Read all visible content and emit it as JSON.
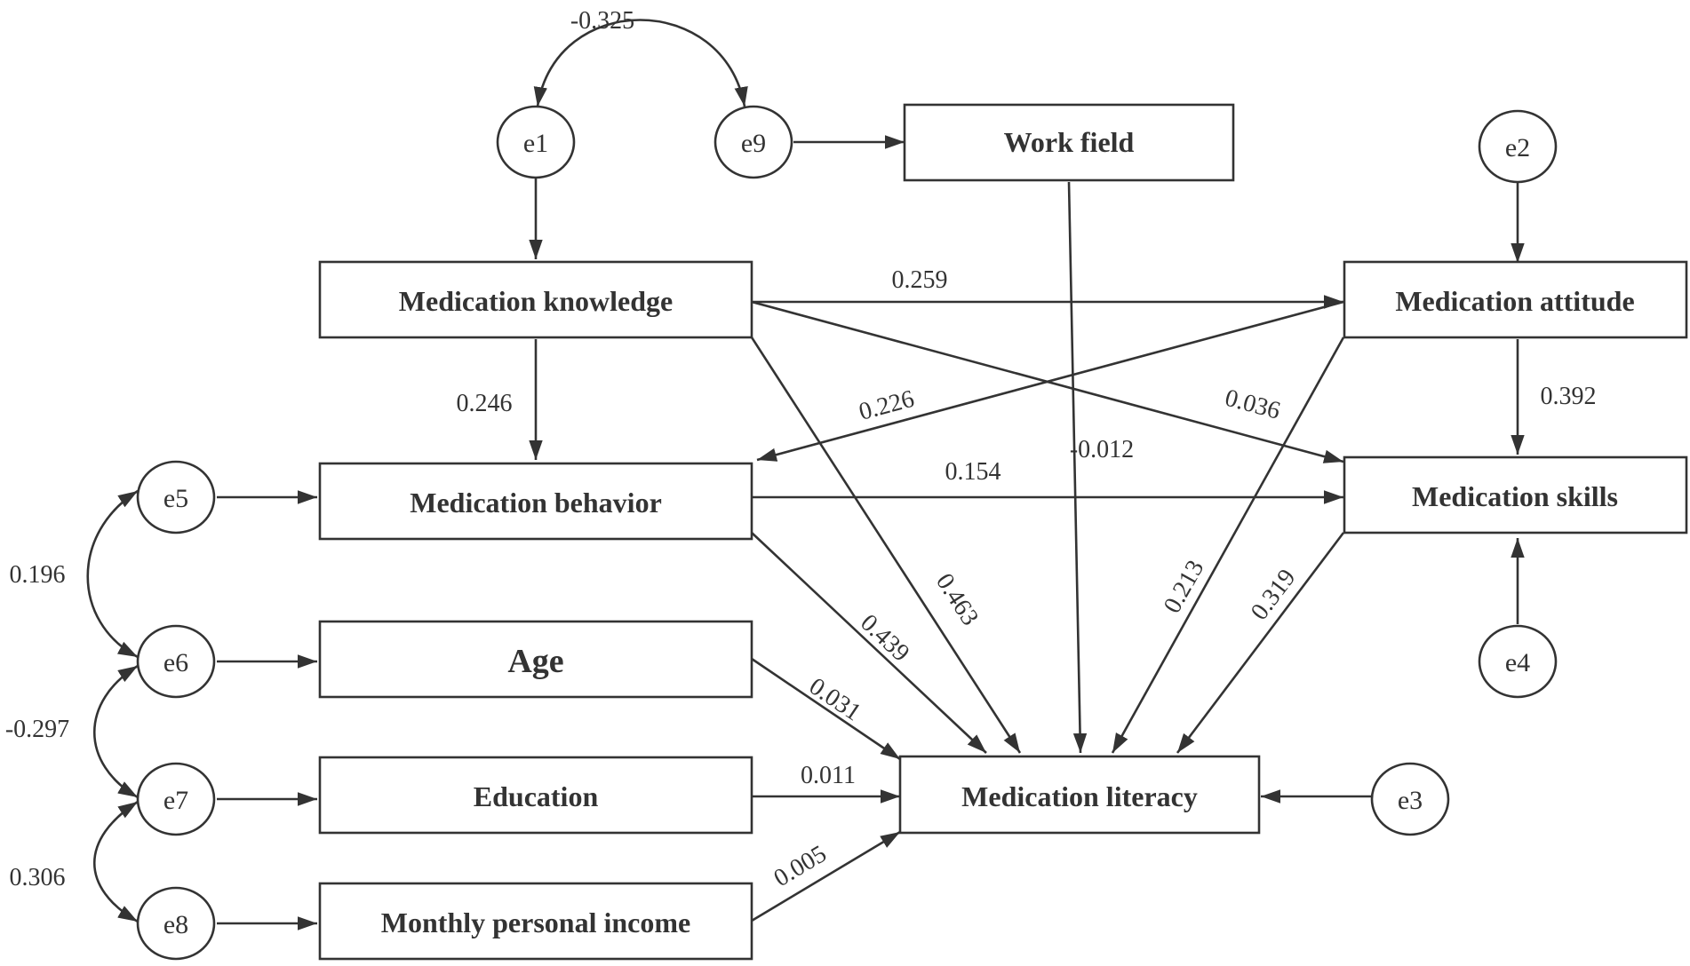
{
  "nodes": {
    "work_field": "Work field",
    "knowledge": "Medication knowledge",
    "attitude": "Medication attitude",
    "behavior": "Medication behavior",
    "skills": "Medication skills",
    "age": "Age",
    "education": "Education",
    "income": "Monthly personal income",
    "literacy": "Medication literacy"
  },
  "errors": {
    "e1": "e1",
    "e2": "e2",
    "e3": "e3",
    "e4": "e4",
    "e5": "e5",
    "e6": "e6",
    "e7": "e7",
    "e8": "e8",
    "e9": "e9"
  },
  "paths": {
    "knowledge_attitude": "0.259",
    "knowledge_behavior": "0.246",
    "knowledge_skills": "0.036",
    "knowledge_literacy": "0.463",
    "attitude_behavior": "0.226",
    "attitude_skills": "0.392",
    "attitude_literacy": "0.213",
    "work_field_literacy": "-0.012",
    "behavior_skills": "0.154",
    "behavior_literacy": "0.439",
    "skills_literacy": "0.319",
    "age_literacy": "0.031",
    "education_literacy": "0.011",
    "income_literacy": "0.005"
  },
  "covariances": {
    "e1_e9": "-0.325",
    "e5_e6": "0.196",
    "e6_e7": "-0.297",
    "e7_e8": "0.306"
  },
  "colors": {
    "stroke": "#333333",
    "background": "#ffffff"
  }
}
